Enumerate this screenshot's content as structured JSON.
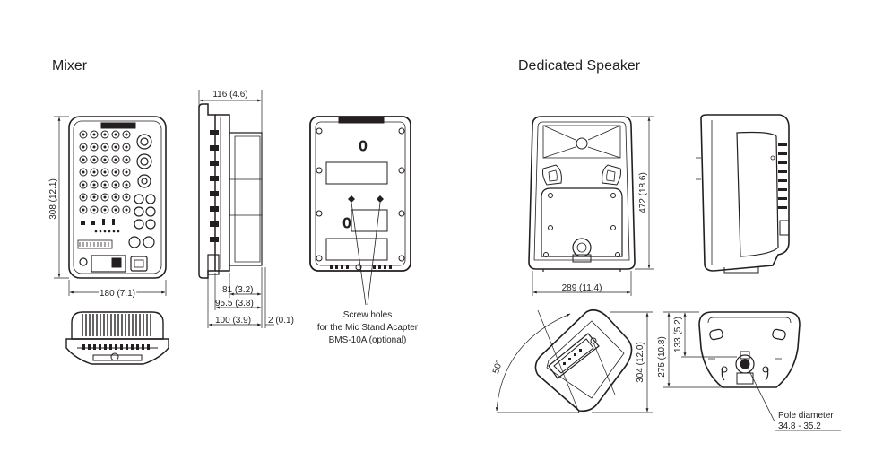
{
  "sections": {
    "mixer": {
      "title": "Mixer"
    },
    "speaker": {
      "title": "Dedicated Speaker"
    }
  },
  "mixer": {
    "height": "308 (12.1)",
    "width": "180 (7.1)",
    "side_depth": "116 (4.6)",
    "side_a": "81 (3.2)",
    "side_b": "95.5 (3.8)",
    "side_c": "100 (3.9)",
    "side_d": "2 (0.1)",
    "screw_note": [
      "Screw holes",
      "for the Mic Stand Acapter",
      "BMS-10A (optional)"
    ]
  },
  "speaker": {
    "width": "289 (11.4)",
    "height": "472 (18.6)",
    "angle": "50°",
    "d304": "304 (12.0)",
    "d275": "275 (10.8)",
    "d133": "133 (5.2)",
    "pole_note": [
      "Pole diameter",
      "34.8 - 35.2"
    ]
  },
  "colors": {
    "line": "#231f20",
    "background": "#ffffff"
  }
}
